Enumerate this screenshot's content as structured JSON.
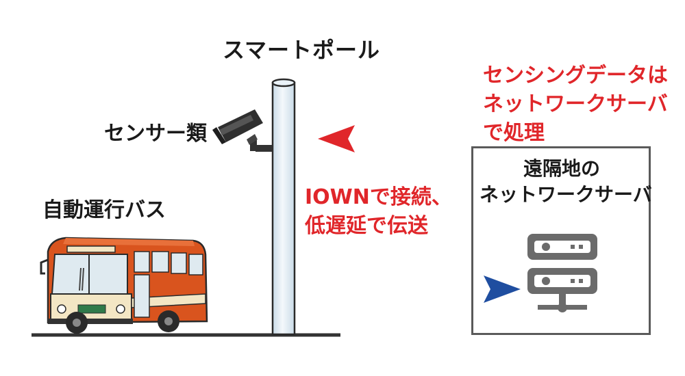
{
  "labels": {
    "pole_title": "スマートポール",
    "sensor": "センサー類",
    "bus": "自動運行バス",
    "note": [
      "センシングデータは",
      "ネットワークサーバ",
      "で処理"
    ],
    "connection": [
      "IOWNで接続、",
      "低遅延で伝送"
    ],
    "server_title": [
      "遠隔地の",
      "ネットワークサーバ"
    ]
  },
  "colors": {
    "accent_red": "#e0262a",
    "bus_orange": "#d9541e",
    "bus_cream": "#f3e6c4",
    "pole_blue": "#dde9f2",
    "arrow_gradient": [
      "#e0262a",
      "#f07a20",
      "#f2c21a",
      "#e8e020",
      "#6db43a",
      "#1f4ea0"
    ]
  },
  "icons": [
    "camera-icon",
    "server-icon",
    "bus-illustration",
    "pole-illustration"
  ]
}
